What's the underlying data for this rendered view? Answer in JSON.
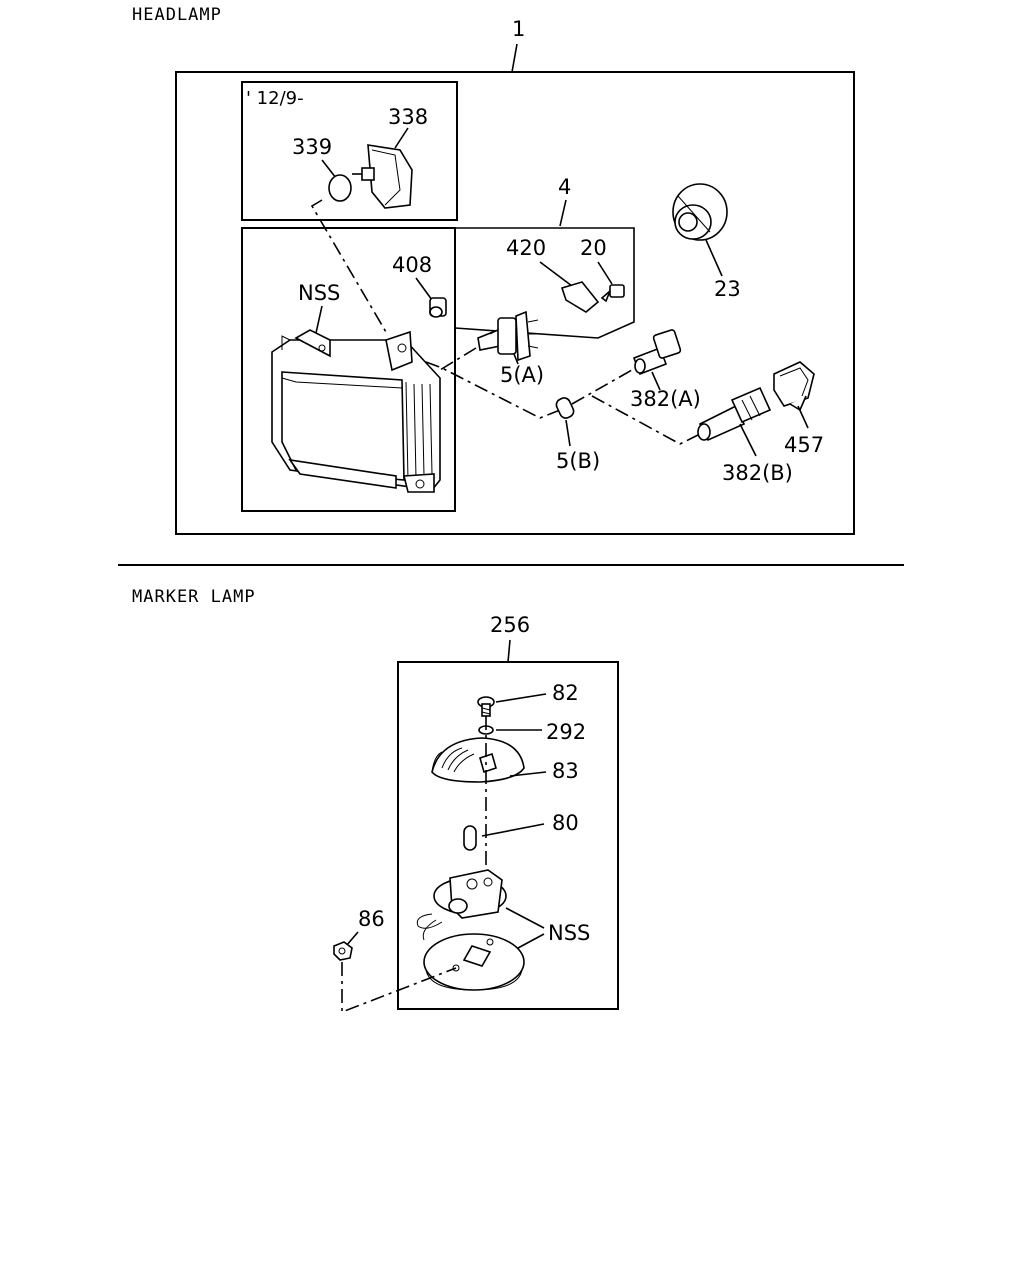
{
  "sections": {
    "headlamp": "HEADLAMP",
    "marker_lamp": "MARKER LAMP"
  },
  "headlamp": {
    "assembly": "1",
    "date_note": "' 12/9-",
    "labels": {
      "p338": "338",
      "p339": "339",
      "p4": "4",
      "p420": "420",
      "p20": "20",
      "p23": "23",
      "p408": "408",
      "nss": "NSS",
      "p5a": "5(A)",
      "p382a": "382(A)",
      "p5b": "5(B)",
      "p457": "457",
      "p382b": "382(B)"
    }
  },
  "marker": {
    "assembly": "256",
    "labels": {
      "p82": "82",
      "p292": "292",
      "p83": "83",
      "p80": "80",
      "p86": "86",
      "nss": "NSS"
    }
  }
}
